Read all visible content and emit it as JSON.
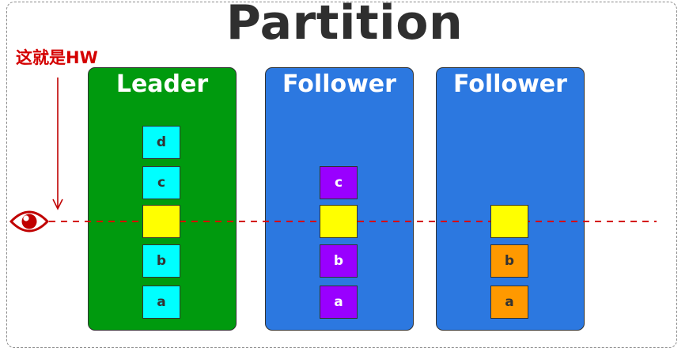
{
  "title": "Partition",
  "hw_label": "这就是HW",
  "icons": {
    "eye": "eye-icon",
    "arrow": "arrow-down-icon"
  },
  "colors": {
    "leader_bg": "#009a0e",
    "follower_bg": "#2c78e0",
    "cyan": "#00ffff",
    "yellow": "#ffff00",
    "purple": "#9900ff",
    "orange": "#ff9900",
    "hw_red": "#d40000"
  },
  "partitions": [
    {
      "role": "Leader",
      "messages": [
        {
          "label": "d",
          "color": "cyan"
        },
        {
          "label": "c",
          "color": "cyan"
        },
        {
          "label": "",
          "color": "yellow"
        },
        {
          "label": "b",
          "color": "cyan"
        },
        {
          "label": "a",
          "color": "cyan"
        }
      ]
    },
    {
      "role": "Follower",
      "messages": [
        {
          "label": "c",
          "color": "purple"
        },
        {
          "label": "",
          "color": "yellow"
        },
        {
          "label": "b",
          "color": "purple"
        },
        {
          "label": "a",
          "color": "purple"
        }
      ]
    },
    {
      "role": "Follower",
      "messages": [
        {
          "label": "",
          "color": "yellow"
        },
        {
          "label": "b",
          "color": "orange"
        },
        {
          "label": "a",
          "color": "orange"
        }
      ]
    }
  ]
}
